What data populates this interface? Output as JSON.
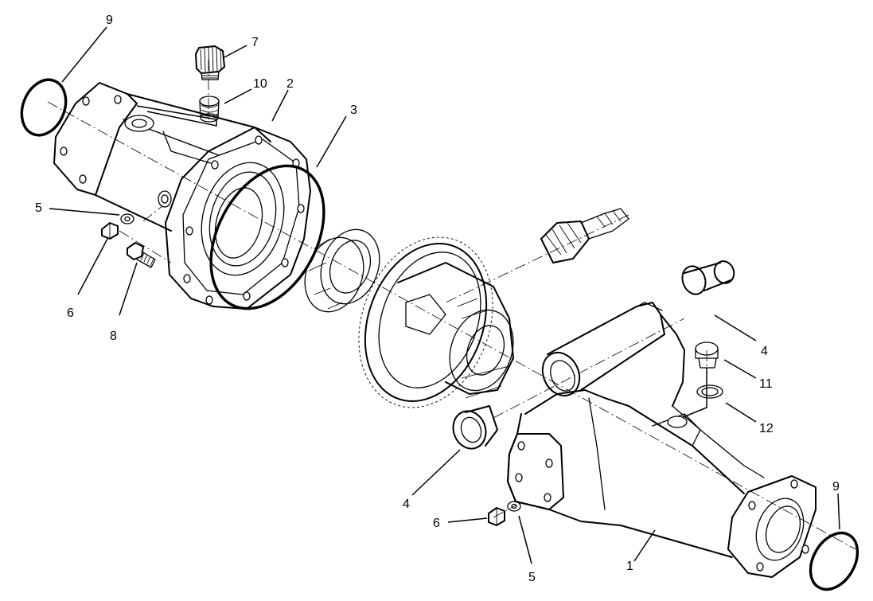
{
  "callouts": {
    "c1": "1",
    "c2": "2",
    "c3": "3",
    "c4a": "4",
    "c4b": "4",
    "c5a": "5",
    "c5b": "5",
    "c6a": "6",
    "c6b": "6",
    "c7": "7",
    "c8": "8",
    "c9a": "9",
    "c9b": "9",
    "c10": "10",
    "c11": "11",
    "c12": "12"
  }
}
